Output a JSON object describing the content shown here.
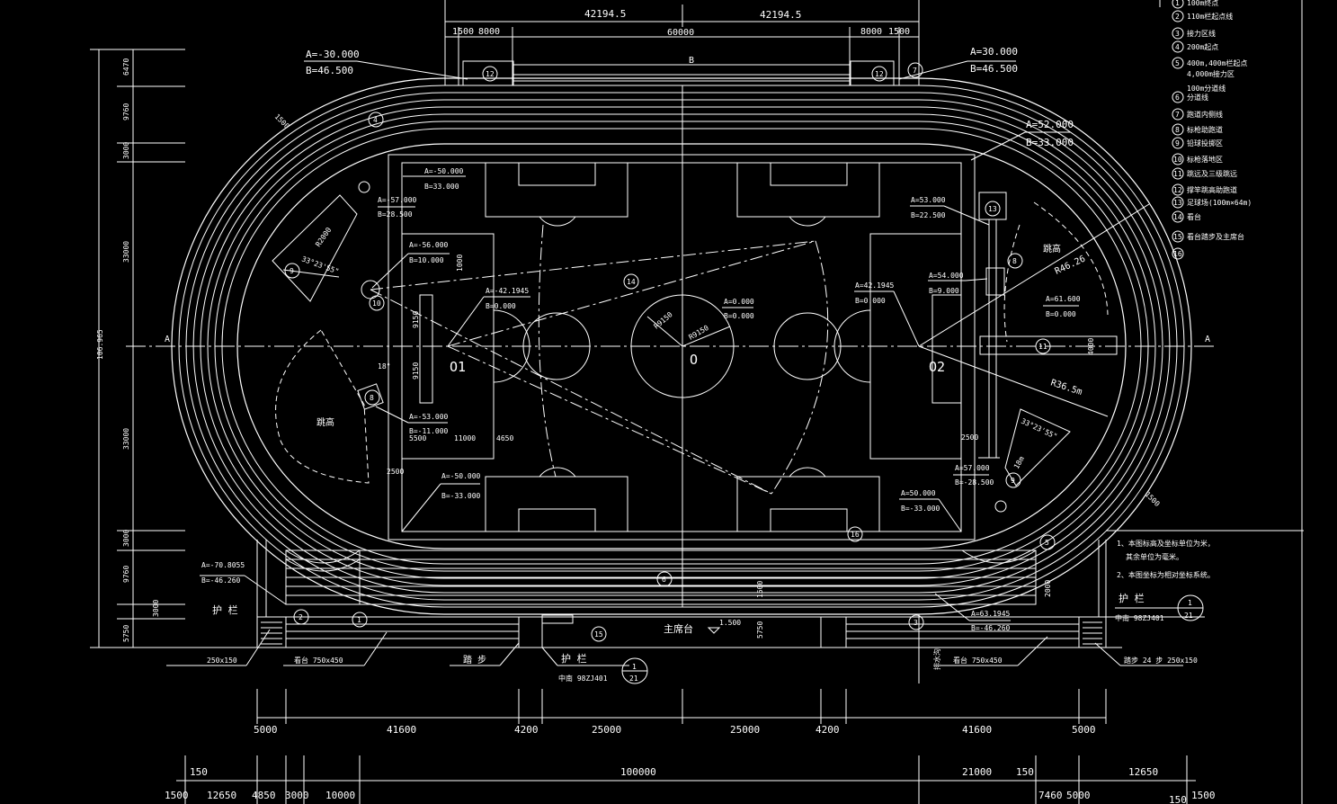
{
  "dims_top": {
    "half_left": "42194.5",
    "half_right": "42194.5",
    "d1500_l": "1500",
    "d8000_l": "8000",
    "d60000": "60000",
    "d8000_r": "8000",
    "d1500_r": "1500",
    "b_label": "B"
  },
  "coords": {
    "tl_a": "A=-30.000",
    "tl_b": "B=46.500",
    "tr_a": "A=30.000",
    "tr_b": "B=46.500",
    "r_a52": "A=52.000",
    "r_b33": "B=33.000",
    "f_a50": "A=-50.000",
    "f_b33": "B=33.000",
    "c_a57": "A=-57.000",
    "c_b28": "B=28.500",
    "c_a56": "A=-56.000",
    "c_b10": "B=10.000",
    "c_a42": "A=-42.1945",
    "c_b0": "B=0.000",
    "c_a0": "A=0.000",
    "c_b00": "B=0.000",
    "c_a42r": "A=42.1945",
    "c_b0r": "B=0.000",
    "c_a53": "A=53.000",
    "c_b22": "B=22.500",
    "c_a54": "A=54.000",
    "c_b9": "B=9.000",
    "c_a61": "A=61.600",
    "c_b0x": "B=0.000",
    "c_a53n": "A=-53.000",
    "c_b11": "B=-11.000",
    "c_a50n": "A=-50.000",
    "c_b33n": "B=-33.000",
    "c_a50p": "A=50.000",
    "c_b33p": "B=-33.000",
    "c_a57p": "A=57.000",
    "c_b28p": "B=-28.500",
    "c_a70": "A=-70.8055",
    "c_b46": "B=-46.260",
    "c_a63": "A=63.1945",
    "c_b46p": "B=-46.260"
  },
  "field_labels": {
    "axis_a_left": "A",
    "axis_a_right": "A",
    "o1": "O1",
    "o": "O",
    "o2": "O2",
    "throw_left": "跳高",
    "throw_right": "跳高",
    "r46": "R46.26",
    "r36": "R36.5m",
    "r2000": "R2000",
    "r9150a": "R9150",
    "r9150b": "R9150",
    "ang_l": "33°23'55\"",
    "ang_r": "33°23'55\"",
    "deg18": "18°",
    "d1000": "1000",
    "d11000": "11000",
    "d5500": "5500",
    "d4650": "4650",
    "d2500a": "2500",
    "d2500b": "2500",
    "d4000": "4000",
    "d9150a": "9150",
    "d9150b": "9150",
    "d1500a": "1500",
    "d1500b": "1500",
    "d18m": "18m"
  },
  "circled": [
    "1",
    "2",
    "3",
    "4",
    "5",
    "6",
    "7",
    "8",
    "9",
    "10",
    "11",
    "12",
    "13",
    "14",
    "15",
    "16"
  ],
  "legend": [
    {
      "n": "1",
      "t": "100m终点"
    },
    {
      "n": "2",
      "t": "110m栏起点线"
    },
    {
      "n": "3",
      "t": "接力区线"
    },
    {
      "n": "4",
      "t": "200m起点"
    },
    {
      "n": "5",
      "t": "400m,400m栏起点"
    },
    {
      "n": "",
      "t": "4,000m接力区"
    },
    {
      "n": "",
      "t": "100m分道线"
    },
    {
      "n": "6",
      "t": "分道线"
    },
    {
      "n": "7",
      "t": "跑道内侧线"
    },
    {
      "n": "8",
      "t": "标枪助跑道"
    },
    {
      "n": "9",
      "t": "铅球投掷区"
    },
    {
      "n": "10",
      "t": "标枪落地区"
    },
    {
      "n": "11",
      "t": "跳远及三级跳远"
    },
    {
      "n": "12",
      "t": "撑竿跳高助跑道"
    },
    {
      "n": "13",
      "t": "足球场(100m×64m)"
    },
    {
      "n": "14",
      "t": "看台"
    },
    {
      "n": "15",
      "t": "看台踏步及主席台"
    },
    {
      "n": "16",
      "t": ""
    }
  ],
  "notes": {
    "n1": "1、本图标高及坐标单位为米，",
    "n1b": "其余单位为毫米。",
    "n2": "2、本图坐标为相对坐标系统。",
    "hulan_r": "护 栏",
    "zhongnan_r": "中南 98ZJ401",
    "ref1": "1",
    "ref21": "21"
  },
  "bottom": {
    "hulan_l": "护 栏",
    "seat_a": "250x150",
    "seat_b": "看台 750x450",
    "steps": "踏 步",
    "hulan_m": "护 栏",
    "zhongnan_m": "中南 98ZJ401",
    "main_stand": "主席台",
    "level": "1.500",
    "drain": "排水沟",
    "seat_c": "看台 750x450",
    "steps_r": "踏步 24 步 250x150",
    "d1500": "1500",
    "d5750": "5750",
    "d2000": "2000"
  },
  "left_dims": {
    "total": "106.965",
    "d1": "6470",
    "d2": "9760",
    "d3": "3000",
    "d4": "33000",
    "d5": "33000",
    "d6": "3000",
    "d7": "9760",
    "d8": "3000",
    "d9": "5750"
  },
  "dims_bottom1": [
    "5000",
    "41600",
    "4200",
    "25000",
    "25000",
    "4200",
    "41600",
    "5000"
  ],
  "dims_bottom2": {
    "d150": "150",
    "d100000": "100000",
    "d21000": "21000",
    "d150b": "150",
    "d12650": "12650"
  },
  "dims_bottom3": [
    "1500",
    "12650",
    "4850",
    "3000",
    "10000",
    "7460",
    "5000",
    "150",
    "1500"
  ]
}
